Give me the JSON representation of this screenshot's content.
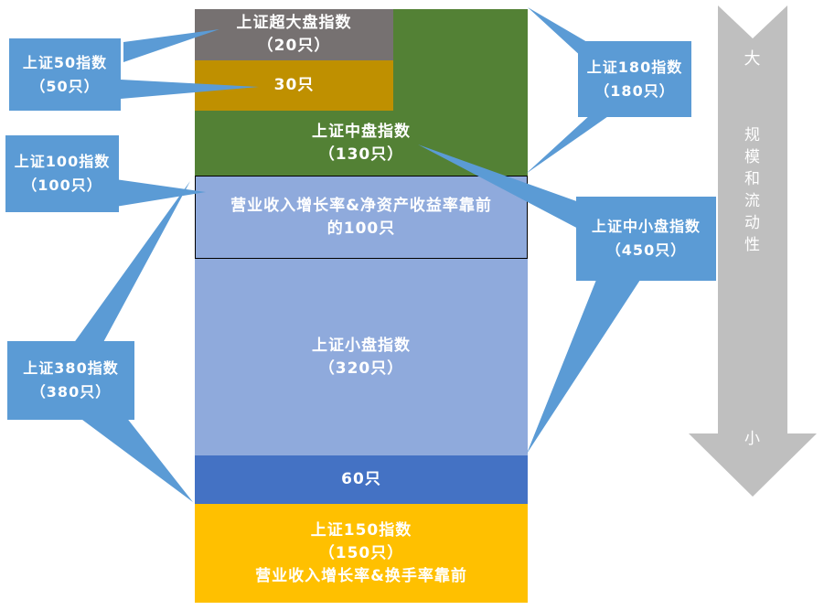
{
  "colors": {
    "callout_blue": "#5B9BD5",
    "supercap_gray": "#767171",
    "gold": "#BF9000",
    "green": "#538135",
    "light_blue": "#8FAADC",
    "blue": "#4472C4",
    "yellow": "#FFC000",
    "arrow_gray": "#BFBFBF",
    "text": "#FFFFFF"
  },
  "stack": {
    "supercap": {
      "line1": "上证超大盘指数",
      "line2": "（20只）"
    },
    "thirty": {
      "label": "30只"
    },
    "midcap": {
      "line1": "上证中盘指数",
      "line2": "（130只）"
    },
    "screened100": {
      "line1": "营业收入增长率&净资产收益率靠前",
      "line2": "的100只"
    },
    "smallcap": {
      "line1": "上证小盘指数",
      "line2": "（320只）"
    },
    "sixty": {
      "label": "60只"
    },
    "index150": {
      "line1": "上证150指数",
      "line2": "（150只）",
      "line3": "营业收入增长率&换手率靠前"
    }
  },
  "callouts": {
    "sse50": {
      "line1": "上证50指数",
      "line2": "（50只）"
    },
    "sse100": {
      "line1": "上证100指数",
      "line2": "（100只）"
    },
    "sse380": {
      "line1": "上证380指数",
      "line2": "（380只）"
    },
    "sse180": {
      "line1": "上证180指数",
      "line2": "（180只）"
    },
    "sse_mid_small": {
      "line1": "上证中小盘指数",
      "line2": "（450只）"
    }
  },
  "scale_arrow": {
    "top_label": "大",
    "middle_label": "规模和流动性",
    "bottom_label": "小"
  }
}
